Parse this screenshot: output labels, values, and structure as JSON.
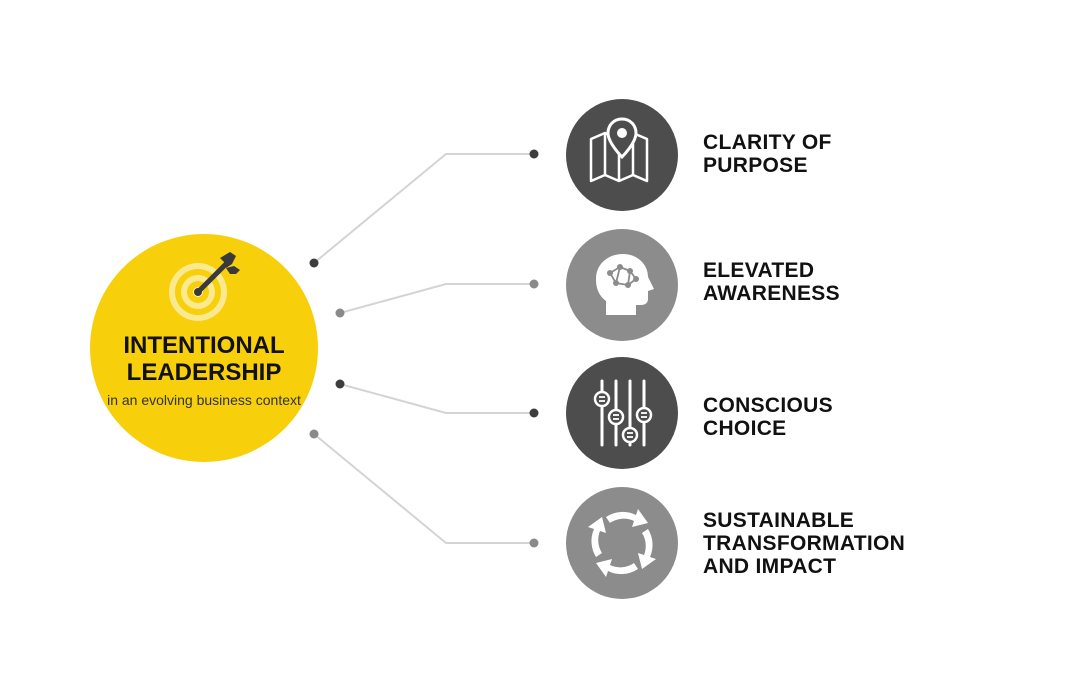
{
  "hub": {
    "title_line1": "INTENTIONAL",
    "title_line2": "LEADERSHIP",
    "subtitle": "in an evolving business context",
    "icon": "target-arrow-icon",
    "color": "#f7cf0a"
  },
  "pillars": [
    {
      "line1": "CLARITY OF",
      "line2": "PURPOSE",
      "line3": "",
      "icon": "map-pin-icon",
      "circle_color": "#4d4d4d"
    },
    {
      "line1": "ELEVATED",
      "line2": "AWARENESS",
      "line3": "",
      "icon": "brain-head-icon",
      "circle_color": "#8c8c8c"
    },
    {
      "line1": "CONSCIOUS",
      "line2": "CHOICE",
      "line3": "",
      "icon": "sliders-icon",
      "circle_color": "#4d4d4d"
    },
    {
      "line1": "SUSTAINABLE",
      "line2": "TRANSFORMATION",
      "line3": "AND IMPACT",
      "icon": "cycle-arrows-icon",
      "circle_color": "#8c8c8c"
    }
  ]
}
